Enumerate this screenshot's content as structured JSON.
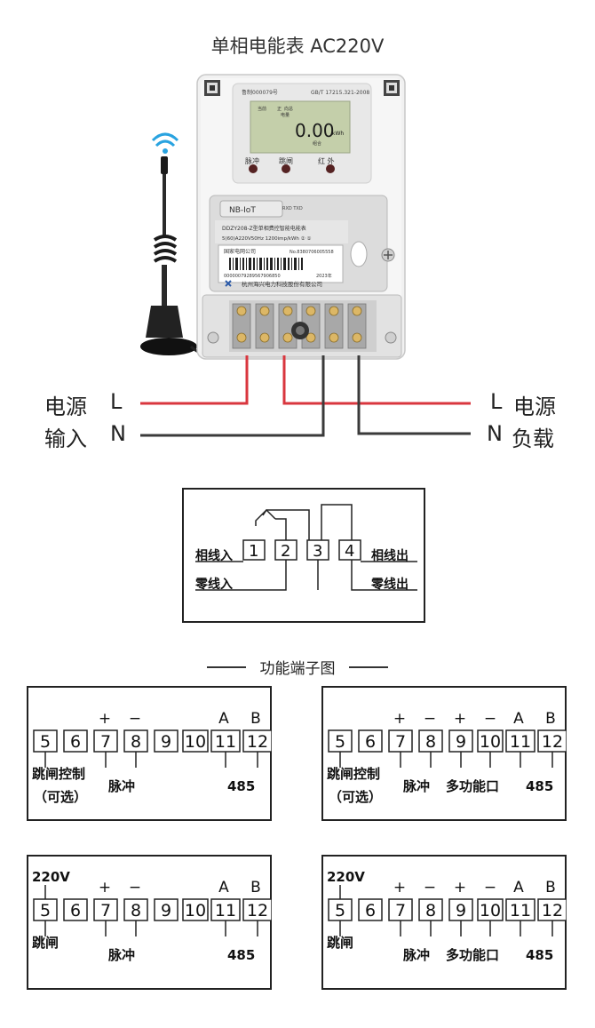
{
  "header": {
    "title": "单相电能表 AC220V"
  },
  "meter": {
    "cert_no": "鲁制000079号",
    "standard": "GB/T 17215.321-2008",
    "lcd_reading": "0.00",
    "lcd_unit": "kWh",
    "lcd_labels": [
      "当前",
      "正",
      "向总",
      "电量",
      "组合"
    ],
    "indicator_labels": [
      "脉冲",
      "跳闸",
      "红 外"
    ],
    "module_name": "NB-IoT",
    "module_leds": "RXD TXD",
    "model": "DDZY208-Z型单相费控智能电能表",
    "spec": "5(60)A220V50Hz 1200imp/kWh ② ①",
    "owner": "国家电网公司",
    "serial_label": "No.8380706005558",
    "barcode_number": "00000079289567906850",
    "year": "2023年",
    "manufacturer": "杭州海兴电力科技股份有限公司"
  },
  "wiring": {
    "left_top": "电源",
    "left_top_phase": "L",
    "left_bottom": "输入",
    "left_bottom_phase": "N",
    "right_top_phase": "L",
    "right_top": "电源",
    "right_bottom_phase": "N",
    "right_bottom": "负载"
  },
  "terminal_box": {
    "terminals": [
      "1",
      "2",
      "3",
      "4"
    ],
    "phase_in": "相线入",
    "neutral_in": "零线入",
    "phase_out": "相线出",
    "neutral_out": "零线出"
  },
  "section": {
    "title": "功能端子图"
  },
  "function_diagrams": [
    {
      "top_left_label": "",
      "terminals": [
        "5",
        "6",
        "7",
        "8",
        "9",
        "10",
        "11",
        "12"
      ],
      "signs": [
        "+",
        "−",
        "",
        "",
        "A",
        "B"
      ],
      "labels": [
        "跳闸控制",
        "（可选）",
        "脉冲",
        "485"
      ]
    },
    {
      "top_left_label": "",
      "terminals": [
        "5",
        "6",
        "7",
        "8",
        "9",
        "10",
        "11",
        "12"
      ],
      "signs": [
        "+",
        "−",
        "+",
        "−",
        "A",
        "B"
      ],
      "labels": [
        "跳闸控制",
        "（可选）",
        "脉冲",
        "多功能口",
        "485"
      ]
    },
    {
      "top_left_label": "220V",
      "terminals": [
        "5",
        "6",
        "7",
        "8",
        "9",
        "10",
        "11",
        "12"
      ],
      "signs": [
        "+",
        "−",
        "",
        "",
        "A",
        "B"
      ],
      "labels": [
        "跳闸",
        "",
        "脉冲",
        "485"
      ]
    },
    {
      "top_left_label": "220V",
      "terminals": [
        "5",
        "6",
        "7",
        "8",
        "9",
        "10",
        "11",
        "12"
      ],
      "signs": [
        "+",
        "−",
        "+",
        "−",
        "A",
        "B"
      ],
      "labels": [
        "跳闸",
        "",
        "脉冲",
        "多功能口",
        "485"
      ]
    }
  ],
  "colors": {
    "live_wire": "#d9363e",
    "neutral_wire": "#3a3a3a",
    "lcd": "#c4cfaa"
  }
}
